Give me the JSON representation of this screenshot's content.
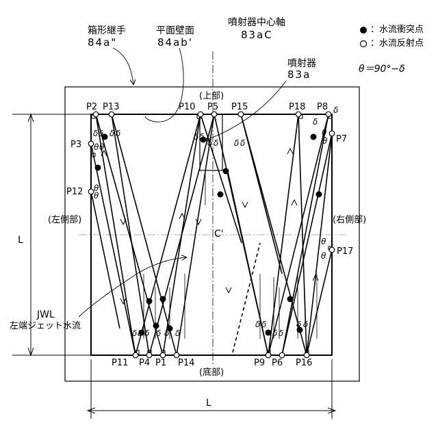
{
  "labels": {
    "box_joint_name": "箱形継手",
    "box_joint_code": "84a\"",
    "flat_wall_name": "平面壁面",
    "flat_wall_code": "84ab'",
    "injector_axis_name": "噴射器中心軸",
    "injector_axis_code": "83aC",
    "injector_name": "噴射器",
    "injector_code": "83a",
    "top": "(上部)",
    "bottom": "(底部)",
    "left_side": "(左側部)",
    "right_side": "(右側部)",
    "center": "C'",
    "dim_height": "L",
    "dim_width": "L",
    "jwl_code": "JWL",
    "jwl_name": "左端ジェット水流"
  },
  "legend": {
    "collision_label": "：水流衝突点",
    "reflection_label": "：水流反射点",
    "formula": "θ＝90°−δ"
  },
  "points": {
    "p1": "P1",
    "p2": "P2",
    "p3": "P3",
    "p4": "P4",
    "p5": "P5",
    "p6": "P6",
    "p7": "P7",
    "p8": "P8",
    "p9": "P9",
    "p10": "P10",
    "p11": "P11",
    "p12": "P12",
    "p13": "P13",
    "p14": "P14",
    "p15": "P15",
    "p16": "P16",
    "p17": "P17",
    "p18": "P18"
  },
  "angles": {
    "theta": "θ",
    "delta": "δ"
  }
}
